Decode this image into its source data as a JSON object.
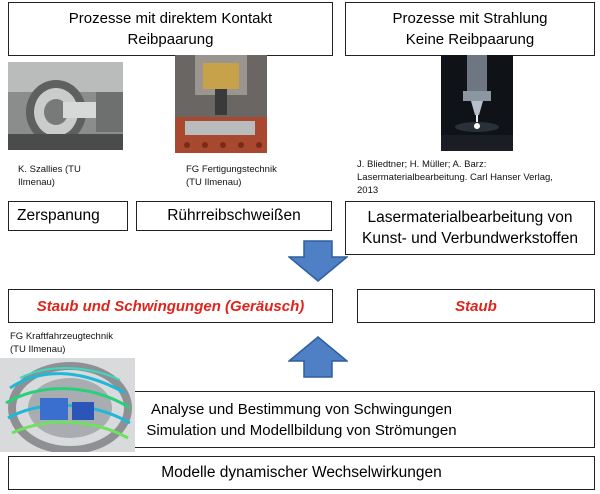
{
  "headers": {
    "contact": {
      "line1": "Prozesse mit direktem Kontakt",
      "line2": "Reibpaarung"
    },
    "radiation": {
      "line1": "Prozesse mit Strahlung",
      "line2": "Keine Reibpaarung"
    }
  },
  "captions": {
    "szallies": {
      "line1": "K. Szallies (TU",
      "line2": "Ilmenau)"
    },
    "fertigung": {
      "line1": "FG Fertigungstechnik",
      "line2": "(TU Ilmenau)"
    },
    "bliedtner": {
      "line1": "J. Bliedtner; H. Müller; A. Barz:",
      "line2": "Lasermaterialbearbeitung. Carl Hanser Verlag,",
      "line3": "2013"
    },
    "kraftfahrzeug": {
      "line1": "FG Kraftfahrzeugtechnik",
      "line2": "(TU Ilmenau)"
    }
  },
  "processes": {
    "zerspanung": "Zerspanung",
    "ruehrreib": "Rührreibschweißen",
    "laser": {
      "line1": "Lasermaterialbearbeitung von",
      "line2": "Kunst- und Verbundwerkstoffen"
    }
  },
  "effects": {
    "staub_schwingungen": "Staub und Schwingungen (Geräusch)",
    "staub": "Staub"
  },
  "analysis": {
    "line1": "Analyse und Bestimmung von Schwingungen",
    "line2": "Simulation und Modellbildung von Strömungen"
  },
  "models": "Modelle dynamischer Wechselwirkungen",
  "colors": {
    "arrow_fill": "#4f7fc4",
    "arrow_stroke": "#2e5f9e",
    "effect_text": "#e0241b"
  }
}
